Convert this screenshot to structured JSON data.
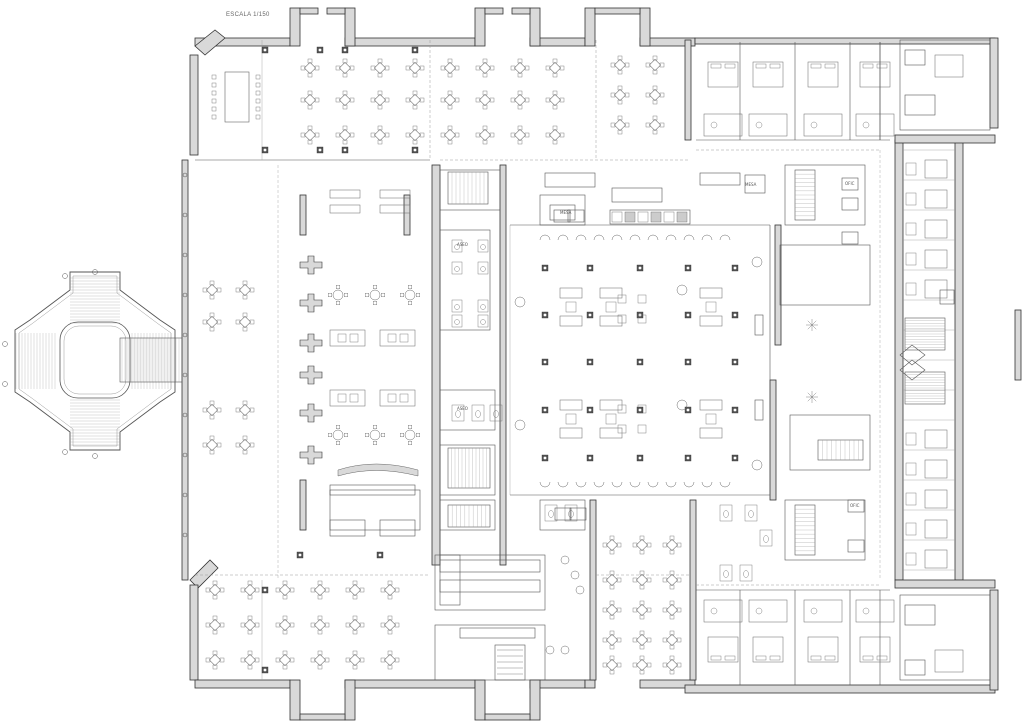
{
  "drawing": {
    "scale_label": "ESCALA 1/150"
  },
  "room_labels": [
    "MESA",
    "MESA",
    "ASEO",
    "ASEO",
    "OFIC",
    "OFIC"
  ],
  "colors": {
    "wall_fill": "#d9d9d9",
    "wall_stroke": "#333333",
    "line": "#555555",
    "light_line": "#999999",
    "furniture": "#666666",
    "column": "#555555",
    "background": "#ffffff"
  }
}
